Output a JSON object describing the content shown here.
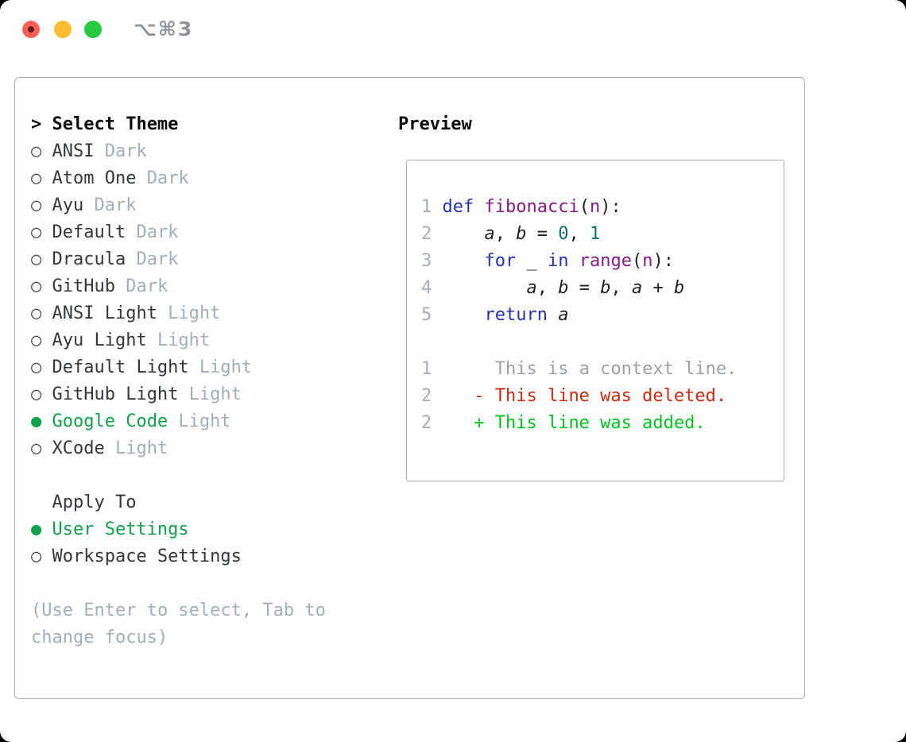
{
  "window": {
    "title": "⌥⌘3"
  },
  "icons": {
    "radio_off": "○",
    "radio_on": "●",
    "caret": ">"
  },
  "colors": {
    "page_bg": "#000000",
    "window_bg": "#ffffff",
    "border": "#a9b0ba",
    "header_text": "#0a0a0c",
    "item_text": "#33383d",
    "muted": "#a4aeba",
    "selected_green": "#0fa24a",
    "keyword_blue": "#2630b4",
    "function_purple": "#871a87",
    "number_teal": "#0f6f6f",
    "code_text": "#202124",
    "context_gray": "#9aa0a6",
    "deleted_red": "#cd2a10",
    "added_green": "#00c41e",
    "title_gray": "#8f949b",
    "light_red": "#ff5f57",
    "light_yellow": "#febc2e",
    "light_green": "#28c840"
  },
  "left": {
    "title": "Select Theme",
    "themes": [
      {
        "name": "ANSI",
        "tag": "Dark",
        "selected": false
      },
      {
        "name": "Atom One",
        "tag": "Dark",
        "selected": false
      },
      {
        "name": "Ayu",
        "tag": "Dark",
        "selected": false
      },
      {
        "name": "Default",
        "tag": "Dark",
        "selected": false
      },
      {
        "name": "Dracula",
        "tag": "Dark",
        "selected": false
      },
      {
        "name": "GitHub",
        "tag": "Dark",
        "selected": false
      },
      {
        "name": "ANSI Light",
        "tag": "Light",
        "selected": false
      },
      {
        "name": "Ayu Light",
        "tag": "Light",
        "selected": false
      },
      {
        "name": "Default Light",
        "tag": "Light",
        "selected": false
      },
      {
        "name": "GitHub Light",
        "tag": "Light",
        "selected": false
      },
      {
        "name": "Google Code",
        "tag": "Light",
        "selected": true
      },
      {
        "name": "XCode",
        "tag": "Light",
        "selected": false
      }
    ],
    "apply_to": {
      "title": "Apply To",
      "options": [
        {
          "label": "User Settings",
          "selected": true
        },
        {
          "label": "Workspace Settings",
          "selected": false
        }
      ]
    },
    "help_line1": "(Use Enter to select, Tab to",
    "help_line2": "change focus)"
  },
  "preview": {
    "title": "Preview",
    "lines": [
      {
        "segs": [
          [
            "ln",
            "1"
          ],
          [
            "pln",
            " "
          ],
          [
            "kw",
            "def"
          ],
          [
            "pln",
            " "
          ],
          [
            "fn",
            "fibonacci"
          ],
          [
            "pln",
            "("
          ],
          [
            "fn",
            "n"
          ],
          [
            "pln",
            "):"
          ]
        ]
      },
      {
        "segs": [
          [
            "ln",
            "2"
          ],
          [
            "pln",
            "     "
          ],
          [
            "var",
            "a"
          ],
          [
            "pln",
            ", "
          ],
          [
            "var",
            "b"
          ],
          [
            "pln",
            " = "
          ],
          [
            "num",
            "0"
          ],
          [
            "pln",
            ", "
          ],
          [
            "num",
            "1"
          ]
        ]
      },
      {
        "segs": [
          [
            "ln",
            "3"
          ],
          [
            "pln",
            "     "
          ],
          [
            "kw",
            "for"
          ],
          [
            "pln",
            " _ "
          ],
          [
            "kw",
            "in"
          ],
          [
            "pln",
            " "
          ],
          [
            "fn",
            "range"
          ],
          [
            "pln",
            "("
          ],
          [
            "fn",
            "n"
          ],
          [
            "pln",
            "):"
          ]
        ]
      },
      {
        "segs": [
          [
            "ln",
            "4"
          ],
          [
            "pln",
            "         "
          ],
          [
            "var",
            "a"
          ],
          [
            "pln",
            ", "
          ],
          [
            "var",
            "b"
          ],
          [
            "pln",
            " = "
          ],
          [
            "var",
            "b"
          ],
          [
            "pln",
            ", "
          ],
          [
            "var",
            "a"
          ],
          [
            "pln",
            " + "
          ],
          [
            "var",
            "b"
          ]
        ]
      },
      {
        "segs": [
          [
            "ln",
            "5"
          ],
          [
            "pln",
            "     "
          ],
          [
            "kw",
            "return"
          ],
          [
            "pln",
            " "
          ],
          [
            "var",
            "a"
          ]
        ]
      },
      {
        "segs": []
      },
      {
        "segs": [
          [
            "ln",
            "1"
          ],
          [
            "pln",
            "      "
          ],
          [
            "ctx",
            "This is a context line."
          ]
        ]
      },
      {
        "segs": [
          [
            "ln",
            "2"
          ],
          [
            "pln",
            "    "
          ],
          [
            "del",
            "- This line was deleted."
          ]
        ]
      },
      {
        "segs": [
          [
            "ln",
            "2"
          ],
          [
            "pln",
            "    "
          ],
          [
            "add",
            "+ This line was added."
          ]
        ]
      }
    ]
  }
}
